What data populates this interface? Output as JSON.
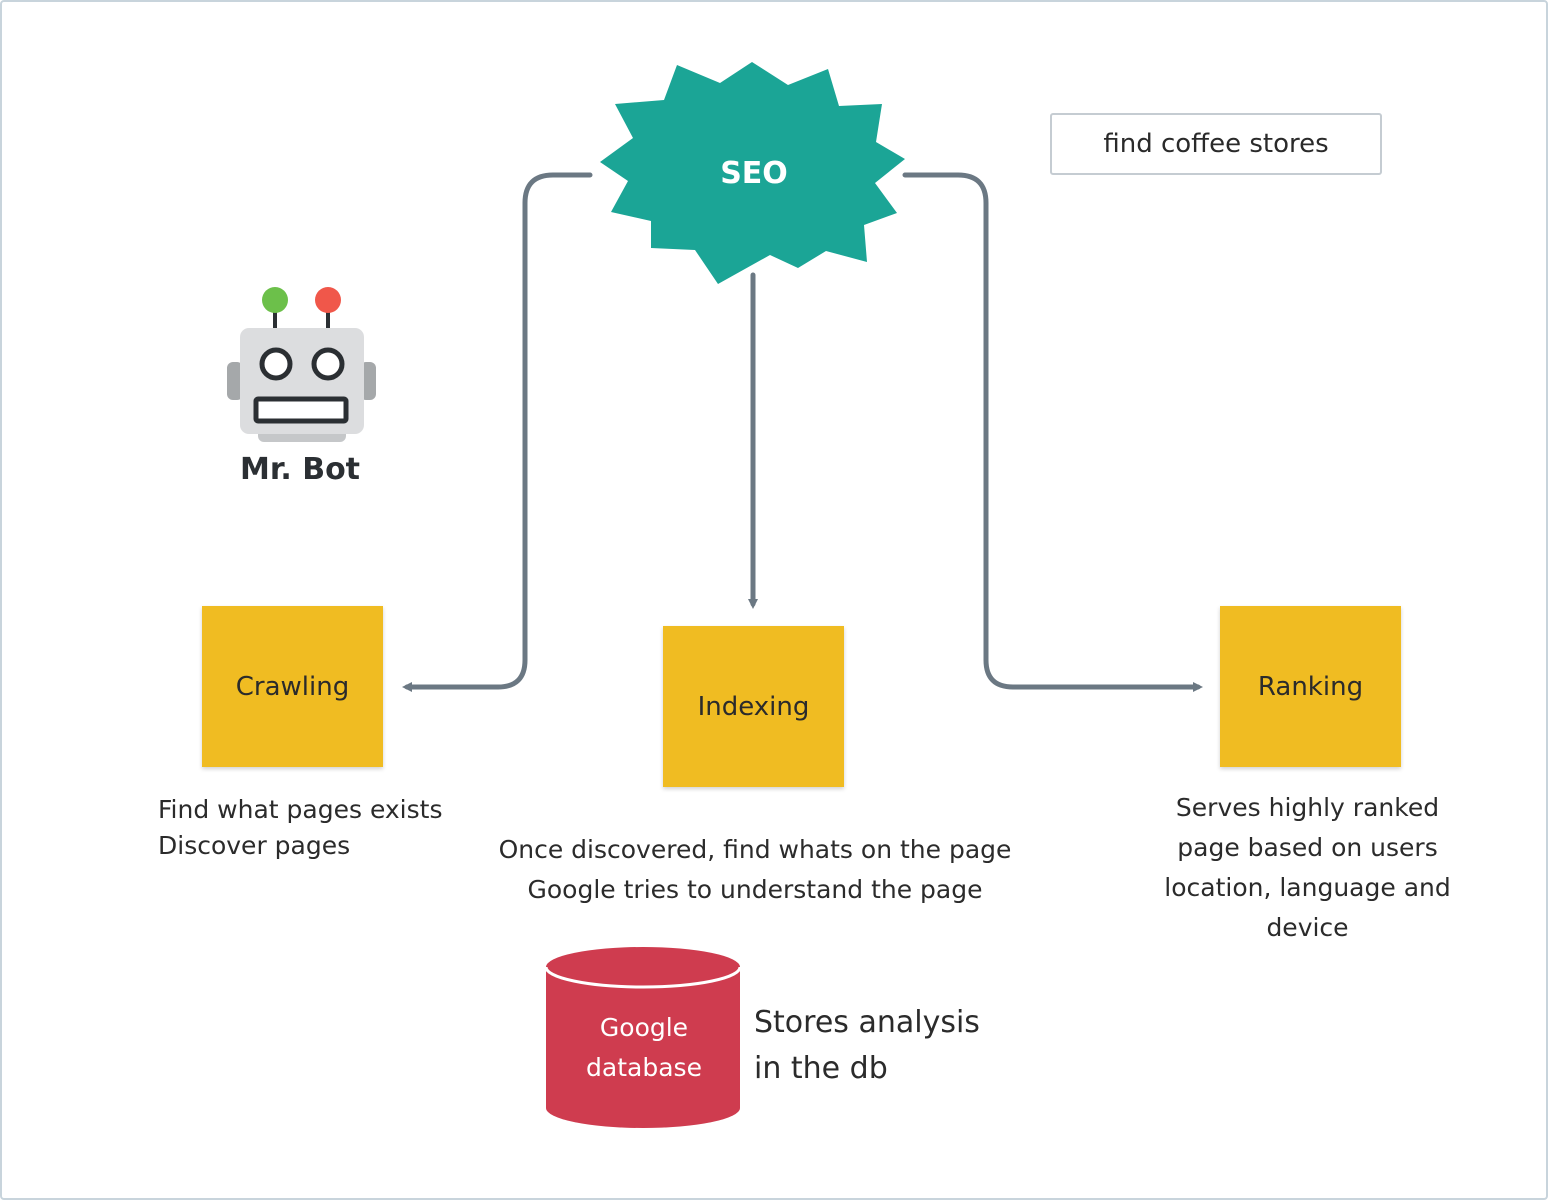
{
  "diagram": {
    "center_label": "SEO",
    "search_box_text": "find coffee stores",
    "bot": {
      "name": "Mr. Bot"
    },
    "stages": [
      {
        "label": "Crawling",
        "description": [
          "Find what pages exists",
          "Discover pages"
        ]
      },
      {
        "label": "Indexing",
        "description": [
          "Once discovered, find whats on the page",
          "Google tries to understand the page"
        ]
      },
      {
        "label": "Ranking",
        "description": [
          "Serves highly ranked",
          "page based on users",
          "location, language and",
          "device"
        ]
      }
    ],
    "database": {
      "label_line1": "Google",
      "label_line2": "database",
      "note_line1": "Stores analysis",
      "note_line2": "in the db"
    },
    "colors": {
      "seo_burst": "#1ba596",
      "sticky_note": "#f0bc22",
      "database": "#cf3c4f",
      "connector": "#6b7883",
      "antenna_left": "#6cc04a",
      "antenna_right": "#f0574a"
    }
  }
}
